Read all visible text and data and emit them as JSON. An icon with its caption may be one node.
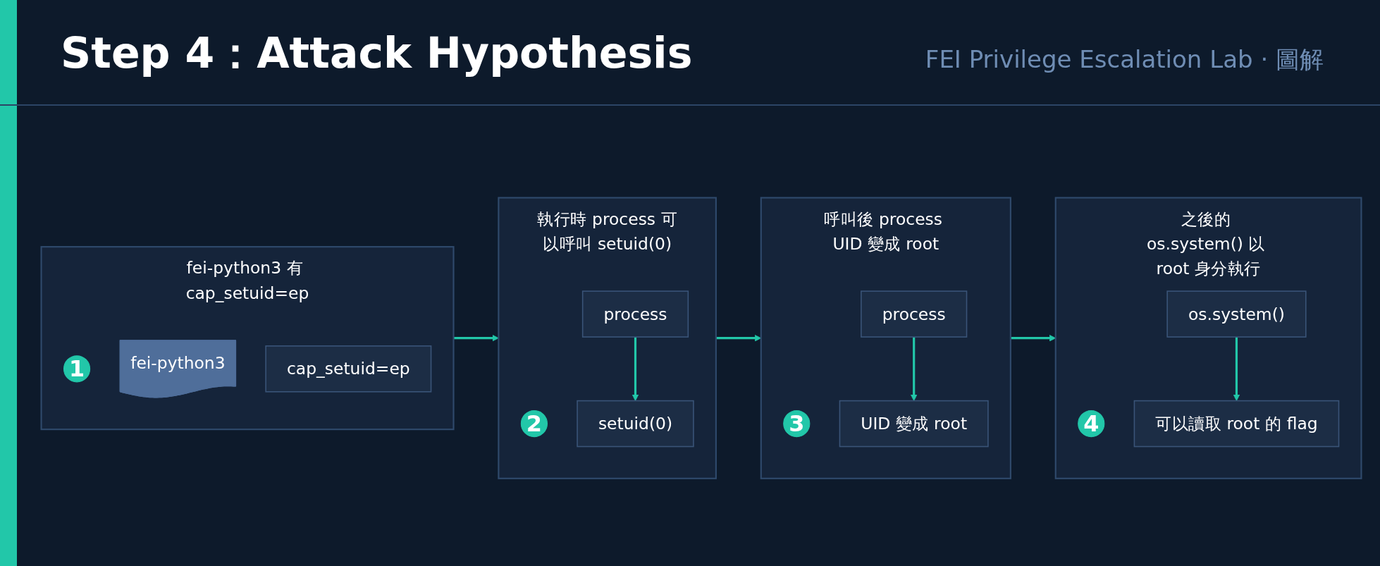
{
  "diagram": {
    "title": "Step 4：Attack Hypothesis",
    "nodes": [
      {
        "text": [
          "fei-python3 有 cap_setuid=ep"
        ]
      },
      {
        "text": [
          "1"
        ],
        "in": 0
      },
      {
        "text": [
          "fei-python3"
        ],
        "in": 0
      },
      {
        "text": [
          "cap_setuid=ep"
        ],
        "in": 0
      },
      {
        "text": [
          "執行時 process 可以呼叫 setuid(0)"
        ]
      },
      {
        "text": [
          "2"
        ],
        "in": 4
      },
      {
        "text": [
          "process"
        ],
        "in": 4
      },
      {
        "text": [
          "setuid(0)"
        ],
        "in": 4
      },
      {
        "text": [
          "呼叫後 process UID 變成 root"
        ]
      },
      {
        "text": [
          "3"
        ],
        "in": 8
      },
      {
        "text": [
          "process"
        ],
        "in": 8
      },
      {
        "text": [
          "UID 變成 root"
        ],
        "in": 8
      },
      {
        "text": [
          "之後的 os.system() 以 root 身分執行"
        ]
      },
      {
        "text": [
          "4"
        ],
        "in": 12
      },
      {
        "text": [
          "os.system()"
        ],
        "in": 12
      },
      {
        "text": [
          "可以讀取 root 的 flag"
        ],
        "in": 12
      }
    ],
    "edges": [
      {
        "from": 0,
        "to": 4,
        "arrow": "to"
      },
      {
        "from": 4,
        "to": 8,
        "arrow": "to"
      },
      {
        "from": 8,
        "to": 12,
        "arrow": "to"
      },
      {
        "from": 6,
        "to": 7,
        "arrow": "to"
      },
      {
        "from": 10,
        "to": 11,
        "arrow": "to"
      },
      {
        "from": 14,
        "to": 15,
        "arrow": "to"
      }
    ],
    "labels": [
      "FEI Privilege Escalation Lab · 圖解"
    ]
  }
}
